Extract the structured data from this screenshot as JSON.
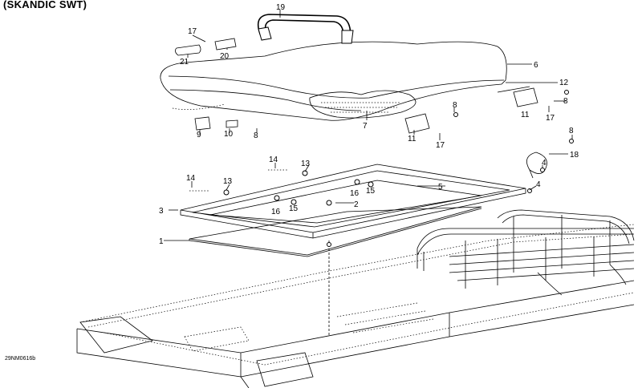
{
  "title": "(SKANDIC SWT)",
  "doc_id": "29NM0616b",
  "callouts": {
    "c1": "1",
    "c2": "2",
    "c3": "3",
    "c4a": "4",
    "c4b": "4",
    "c5": "5",
    "c6": "6",
    "c7": "7",
    "c8a": "8",
    "c8b": "8",
    "c8c": "8",
    "c8d": "8",
    "c9": "9",
    "c10": "10",
    "c11a": "11",
    "c11b": "11",
    "c12": "12",
    "c13a": "13",
    "c13b": "13",
    "c14a": "14",
    "c14b": "14",
    "c15a": "15",
    "c15b": "15",
    "c16a": "16",
    "c16b": "16",
    "c17a": "17",
    "c17b": "17",
    "c17c": "17",
    "c18": "18",
    "c19": "19",
    "c20": "20",
    "c21": "21"
  }
}
